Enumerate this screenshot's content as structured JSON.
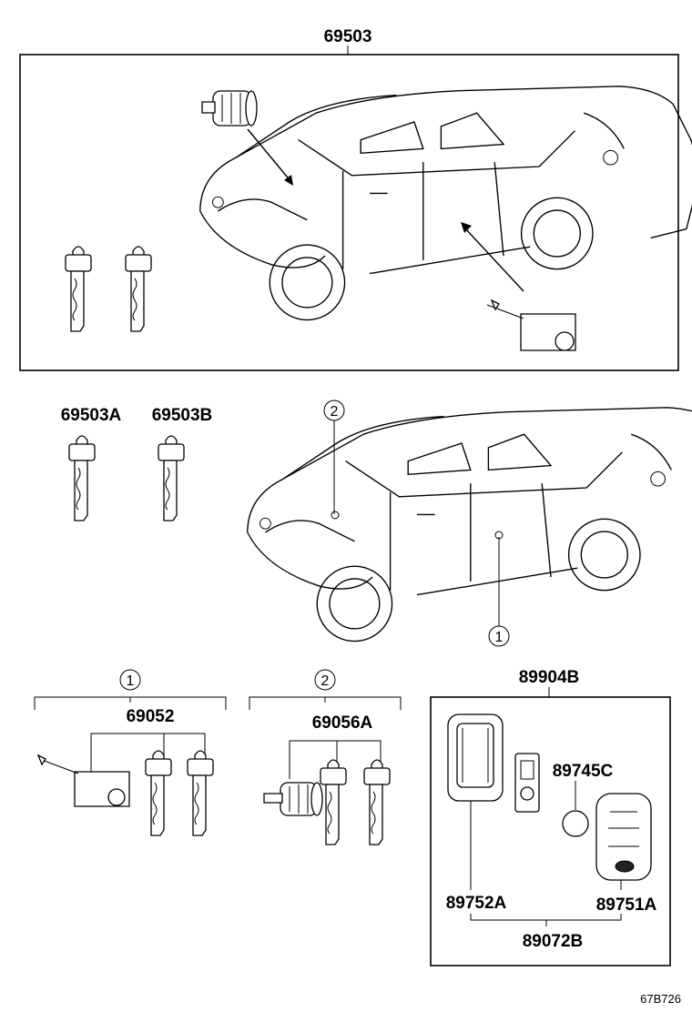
{
  "labels": {
    "set_top": "69503",
    "key_a": "69503A",
    "key_b": "69503B",
    "set_1": "69052",
    "set_2": "69056A",
    "remote_set": "89904B",
    "battery": "89745C",
    "case": "89752A",
    "transmitter": "89751A",
    "assembly": "89072B",
    "ref_code": "67B726"
  },
  "callouts": {
    "one": "1",
    "two": "2"
  }
}
